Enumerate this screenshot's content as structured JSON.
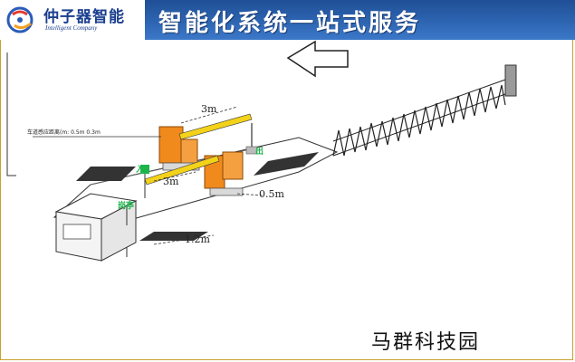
{
  "header": {
    "company_name": "仲子器智能",
    "company_subtitle": "Intelligent Company",
    "title": "智能化系统一站式服务"
  },
  "diagram": {
    "side_note": "车道感应距离(m: 0.5m  0.3m",
    "dim_barrier": "3m",
    "dim_lane": "3m",
    "dim_gap": "0.5m",
    "dim_booth": "1.2m",
    "label_in": "入",
    "label_out": "出",
    "label_booth": "岗亭"
  },
  "caption": "马群科技园",
  "colors": {
    "header_blue": "#2f67b4",
    "barrier_orange": "#f08a1c",
    "arm_yellow": "#f3d21a",
    "sign_green": "#1db54a",
    "ground_dark": "#3a3a3a"
  }
}
